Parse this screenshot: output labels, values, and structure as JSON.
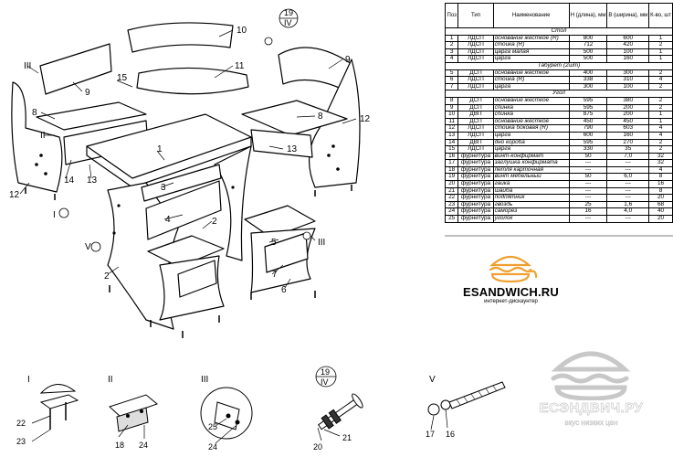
{
  "table": {
    "headers": [
      "Поз",
      "Тип",
      "Наименование",
      "H (длина), мм",
      "B (ширина), мм",
      "К-во, шт"
    ],
    "rows": [
      {
        "group": "Стол"
      },
      {
        "pos": "1",
        "type": "ЛДСП",
        "name": "основание жесткое (R)",
        "h": "800",
        "b": "600",
        "qty": "1"
      },
      {
        "pos": "2",
        "type": "ЛДСП",
        "name": "стойка (R)",
        "h": "712",
        "b": "420",
        "qty": "2"
      },
      {
        "pos": "3",
        "type": "ЛДСП",
        "name": "царга малая",
        "h": "500",
        "b": "100",
        "qty": "1"
      },
      {
        "pos": "4",
        "type": "ЛДСП",
        "name": "царга",
        "h": "500",
        "b": "160",
        "qty": "1"
      },
      {
        "group": "Табурет (2шт)"
      },
      {
        "pos": "5",
        "type": "ДСП",
        "name": "основание жесткое",
        "h": "400",
        "b": "300",
        "qty": "2"
      },
      {
        "pos": "6",
        "type": "ЛДСП",
        "name": "стойка (R)",
        "h": "338",
        "b": "310",
        "qty": "4"
      },
      {
        "pos": "7",
        "type": "ЛДСП",
        "name": "царга",
        "h": "300",
        "b": "100",
        "qty": "2"
      },
      {
        "group": "Угол"
      },
      {
        "pos": "8",
        "type": "ДСП",
        "name": "основание жесткое",
        "h": "595",
        "b": "380",
        "qty": "2"
      },
      {
        "pos": "9",
        "type": "ДСП",
        "name": "спинка",
        "h": "595",
        "b": "200",
        "qty": "2"
      },
      {
        "pos": "10",
        "type": "ДВП",
        "name": "спинка",
        "h": "875",
        "b": "200",
        "qty": "1"
      },
      {
        "pos": "11",
        "type": "ДСП",
        "name": "основание жесткое",
        "h": "450",
        "b": "450",
        "qty": "1"
      },
      {
        "pos": "12",
        "type": "ЛДСП",
        "name": "стойка боковая (R)",
        "h": "790",
        "b": "603",
        "qty": "4"
      },
      {
        "pos": "13",
        "type": "ЛДСП",
        "name": "царга",
        "h": "600",
        "b": "160",
        "qty": "4"
      },
      {
        "pos": "14",
        "type": "ДВП",
        "name": "дно короба",
        "h": "595",
        "b": "270",
        "qty": "2"
      },
      {
        "pos": "15",
        "type": "ЛДСП",
        "name": "царга",
        "h": "330",
        "b": "35",
        "qty": "2"
      },
      {
        "pos": "16",
        "type": "фурнитура",
        "name": "винт-конфирмат",
        "h": "50",
        "b": "7,0",
        "qty": "32"
      },
      {
        "pos": "17",
        "type": "фурнитура",
        "name": "заглушка конфирмата",
        "h": "---",
        "b": "---",
        "qty": "32"
      },
      {
        "pos": "18",
        "type": "фурнитура",
        "name": "петля карточная",
        "h": "---",
        "b": "---",
        "qty": "4"
      },
      {
        "pos": "19",
        "type": "фурнитура",
        "name": "винт мебельный",
        "h": "50",
        "b": "6,0",
        "qty": "8"
      },
      {
        "pos": "20",
        "type": "фурнитура",
        "name": "гайка",
        "h": "---",
        "b": "---",
        "qty": "16"
      },
      {
        "pos": "21",
        "type": "фурнитура",
        "name": "шайба",
        "h": "---",
        "b": "---",
        "qty": "8"
      },
      {
        "pos": "22",
        "type": "фурнитура",
        "name": "подпятник",
        "h": "---",
        "b": "---",
        "qty": "20"
      },
      {
        "pos": "23",
        "type": "фурнитура",
        "name": "гвоздь",
        "h": "25",
        "b": "1,6",
        "qty": "68"
      },
      {
        "pos": "24",
        "type": "фурнитура",
        "name": "саморез",
        "h": "16",
        "b": "4,0",
        "qty": "40"
      },
      {
        "pos": "25",
        "type": "фурнитура",
        "name": "уголок",
        "h": "---",
        "b": "---",
        "qty": "20"
      }
    ]
  },
  "brand": {
    "name": "ESANDWICH.RU",
    "subtitle": "интернет-дискаунтер",
    "accent": "#f0a030"
  },
  "watermark": {
    "name": "ЕСЭНДВИЧ.РУ",
    "subtitle": "вкус низких цен",
    "color": "#c8c8c8"
  },
  "callouts": {
    "p1": "1",
    "p2": "2",
    "p2b": "2",
    "p3": "3",
    "p4": "4",
    "p5": "5",
    "p6": "6",
    "p7": "7",
    "p8a": "8",
    "p8b": "8",
    "p9a": "9",
    "p9b": "9",
    "p10": "10",
    "p11": "11",
    "p12a": "12",
    "p12b": "12",
    "p13a": "13",
    "p13b": "13",
    "p14": "14",
    "p15": "15",
    "v1": "I",
    "v2": "II",
    "v3": "III",
    "v3b": "III",
    "v4": "IV",
    "v5": "V",
    "c19": "19"
  },
  "details": {
    "d1": "I",
    "d2": "II",
    "d3": "III",
    "d4": "V",
    "d5top": "19",
    "d5mid": "IV",
    "n22": "22",
    "n23": "23",
    "n18": "18",
    "n24a": "24",
    "n24b": "24",
    "n25": "25",
    "n20": "20",
    "n21": "21",
    "n17": "17",
    "n16": "16"
  }
}
